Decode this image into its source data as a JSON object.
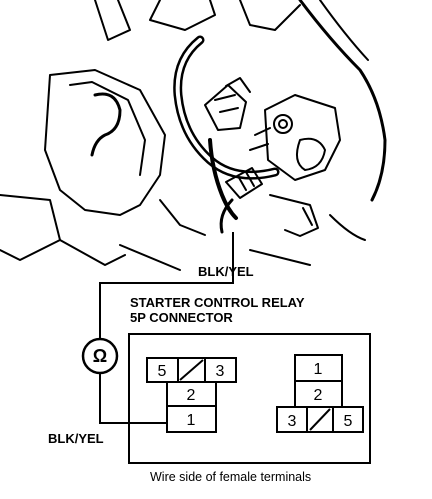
{
  "labels": {
    "wire_top": "BLK/YEL",
    "wire_bottom": "BLK/YEL",
    "title_line1": "STARTER CONTROL RELAY",
    "title_line2": "5P CONNECTOR",
    "caption": "Wire side of female terminals",
    "meter_symbol": "Ω"
  },
  "left_connector": {
    "row1": [
      "5",
      "3"
    ],
    "row2": "2",
    "row3": "1"
  },
  "right_connector": {
    "row1": "1",
    "row2": "2",
    "row3": [
      "3",
      "5"
    ]
  }
}
